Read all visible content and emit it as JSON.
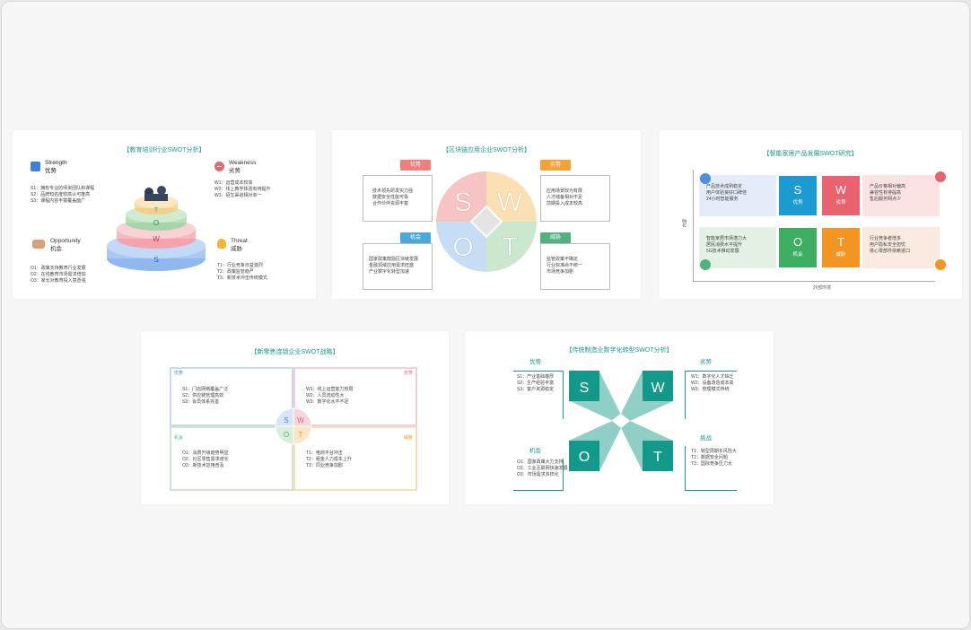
{
  "colors": {
    "teal": "#1a9c8c",
    "s": "#4a90e2",
    "w": "#e26a6a",
    "o": "#4fb27f",
    "t": "#f2a23a"
  },
  "card1": {
    "title": "【教育培训行业SWOT分析】",
    "strength_en": "Strength",
    "strength_cn": "优势",
    "weakness_en": "Weakness",
    "weakness_cn": "劣势",
    "opportunity_en": "Opportunity",
    "opportunity_cn": "机会",
    "threat_en": "Threat",
    "threat_cn": "威胁",
    "s_lines": [
      "S1：拥有专业的师资团队和课程",
      "S2：品牌知名度较高认可度高",
      "S3：课程内容丰富覆盖面广"
    ],
    "w_lines": [
      "W1：运营成本较高",
      "W2：线上教学体验有待提升",
      "W3：招生渠道相对单一"
    ],
    "o_lines": [
      "O1：政策支持教育行业发展",
      "O2：在线教育市场需求增加",
      "O3：家长对教育投入意愿强"
    ],
    "t_lines": [
      "T1：行业竞争日益激烈",
      "T2：政策监管趋严",
      "T3：新技术冲击传统模式"
    ],
    "pyramid_letters": [
      "T",
      "O",
      "W",
      "S"
    ],
    "pyramid_icons": [
      "thumbs-up-icon",
      "minus-circle-icon",
      "handshake-icon",
      "bulb-icon"
    ]
  },
  "card2": {
    "title": "【区块链应用企业SWOT分析】",
    "badges": {
      "s": "优势",
      "w": "劣势",
      "o": "机会",
      "t": "威胁"
    },
    "letters": [
      "S",
      "W",
      "O",
      "T"
    ],
    "s_lines": [
      "技术领先研发实力强",
      "数据安全性能可靠",
      "合作伙伴资源丰富"
    ],
    "w_lines": [
      "应用场景较为有限",
      "人才储备相对不足",
      "前期投入成本较高"
    ],
    "o_lines": [
      "国家政策鼓励区块链发展",
      "金融领域应用需求旺盛",
      "产业数字化转型加速"
    ],
    "t_lines": [
      "监管政策不确定",
      "行业标准尚不统一",
      "市场竞争加剧"
    ]
  },
  "card3": {
    "title": "【智能家居产品发展SWOT研究】",
    "axis_label": "外部环境",
    "axis_left": "内部",
    "cells": [
      {
        "letter": "S",
        "cn": "优势"
      },
      {
        "letter": "W",
        "cn": "劣势"
      },
      {
        "letter": "O",
        "cn": "机会"
      },
      {
        "letter": "T",
        "cn": "威胁"
      }
    ],
    "s_lines": [
      "产品技术成熟稳定",
      "用户体验良好口碑佳",
      "24小时智能服务"
    ],
    "w_lines": [
      "产品价格相对偏高",
      "兼容性有待提高",
      "售后服务网点少"
    ],
    "o_lines": [
      "智能家居市场潜力大",
      "居民消费水平提升",
      "5G技术推动发展"
    ],
    "t_lines": [
      "行业竞争者增多",
      "用户隐私安全担忧",
      "核心零部件依赖进口"
    ]
  },
  "card4": {
    "title": "【新零售连锁企业SWOT战略】",
    "corner_labels": [
      "优势",
      "劣势",
      "机会",
      "威胁"
    ],
    "letters": [
      "S",
      "W",
      "O",
      "T"
    ],
    "s_lines": [
      "S1：门店网络覆盖广泛",
      "S2：供应链管理高效",
      "S3：会员体系完善"
    ],
    "w_lines": [
      "W1：线上运营能力较弱",
      "W2：人员流动性大",
      "W3：数字化水平不足"
    ],
    "o_lines": [
      "O1：消费升级趋势明显",
      "O2：社区零售需求增长",
      "O3：新技术应用普及"
    ],
    "t_lines": [
      "T1：电商平台冲击",
      "T2：租金人力成本上升",
      "T3：同业竞争加剧"
    ]
  },
  "card5": {
    "title": "【传统制造业数字化转型SWOT分析】",
    "labels": {
      "s": "优势",
      "w": "劣势",
      "o": "机会",
      "t": "挑战"
    },
    "letters": [
      "S",
      "W",
      "O",
      "T"
    ],
    "s_lines": [
      "S1：产业基础雄厚",
      "S2：生产经验丰富",
      "S3：客户资源稳定"
    ],
    "w_lines": [
      "W1：数字化人才缺乏",
      "W2：设备改造成本高",
      "W3：管理模式传统"
    ],
    "o_lines": [
      "O1：国家政策大力支持",
      "O2：工业互联网快速发展",
      "O3：市场需求多样化"
    ],
    "t_lines": [
      "T1：转型周期长风险大",
      "T2：数据安全问题",
      "T3：国际竞争压力大"
    ]
  }
}
